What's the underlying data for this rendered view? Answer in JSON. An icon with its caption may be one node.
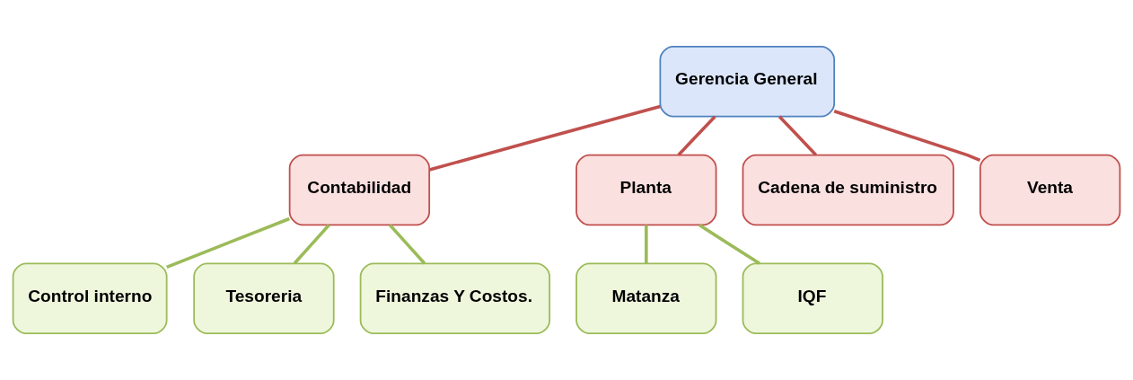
{
  "diagram": {
    "nodes": [
      {
        "text": [
          "Gerencia General"
        ]
      },
      {
        "text": [
          "Contabilidad"
        ]
      },
      {
        "text": [
          "Planta"
        ]
      },
      {
        "text": [
          "Cadena de suministro"
        ]
      },
      {
        "text": [
          "Venta"
        ]
      },
      {
        "text": [
          "Control interno"
        ]
      },
      {
        "text": [
          "Tesoreria"
        ]
      },
      {
        "text": [
          "Finanzas Y Costos."
        ]
      },
      {
        "text": [
          "Matanza"
        ]
      },
      {
        "text": [
          "IQF"
        ]
      }
    ],
    "edges": [
      {
        "from": 0,
        "to": 1,
        "arrow": "none",
        "color": "#c0504d"
      },
      {
        "from": 0,
        "to": 2,
        "arrow": "none",
        "color": "#c0504d"
      },
      {
        "from": 0,
        "to": 3,
        "arrow": "none",
        "color": "#c0504d"
      },
      {
        "from": 0,
        "to": 4,
        "arrow": "none",
        "color": "#c0504d"
      },
      {
        "from": 1,
        "to": 5,
        "arrow": "none"
      },
      {
        "from": 1,
        "to": 6,
        "arrow": "none"
      },
      {
        "from": 1,
        "to": 7,
        "arrow": "none"
      },
      {
        "from": 2,
        "to": 8,
        "arrow": "none"
      },
      {
        "from": 2,
        "to": 9,
        "arrow": "none"
      }
    ]
  }
}
